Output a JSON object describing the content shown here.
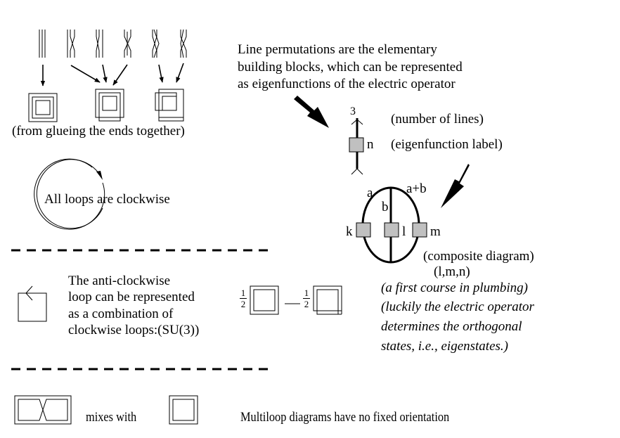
{
  "diagram": {
    "top_left": {
      "caption": "(from glueing the ends together)"
    },
    "permutations_note": {
      "lines": [
        "Line permutations are the elementary",
        "building blocks, which can be represented",
        "as eigenfunctions of the electric operator"
      ]
    },
    "vertex": {
      "top_label": "3",
      "box_label": "n",
      "number_of_lines_note": "(number of lines)",
      "eigenfunction_label_note": "(eigenfunction label)"
    },
    "composite": {
      "label_a": "a",
      "label_a_plus_b": "a+b",
      "label_b": "b",
      "label_k": "k",
      "label_l": "l",
      "label_m": "m",
      "caption": "(composite diagram)",
      "indices": "(l,m,n)"
    },
    "plumbing_note": {
      "lines": [
        "(a first course in plumbing)",
        "(luckily the electric operator",
        "determines the orthogonal",
        "states, i.e., eigenstates.)"
      ]
    },
    "clockwise": {
      "text": "All loops are clockwise"
    },
    "anticlockwise": {
      "lines": [
        "The anti-clockwise",
        "loop can be represented",
        "as a combination of",
        "clockwise loops:(SU(3))"
      ],
      "coef1_num": "1",
      "coef1_den": "2",
      "minus": "—",
      "coef2_num": "1",
      "coef2_den": "2"
    },
    "bottom": {
      "mixes_with": "mixes with",
      "multiloop_note": "Multiloop diagrams have no fixed orientation"
    },
    "colors": {
      "ink": "#000000",
      "box_fill": "#c0c0c0",
      "background": "#ffffff"
    }
  }
}
